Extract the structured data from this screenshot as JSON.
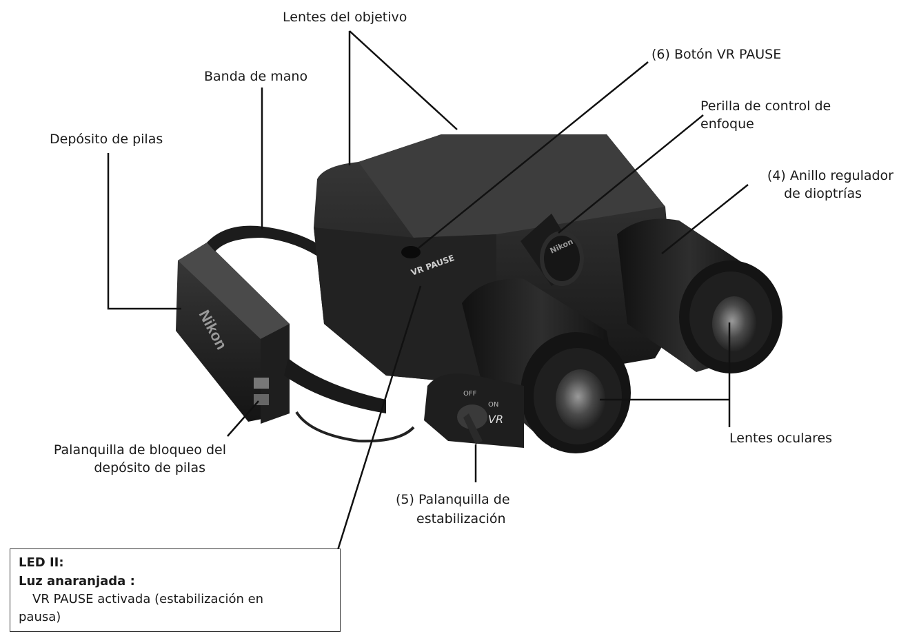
{
  "labels": {
    "objective_lenses": "Lentes del objetivo",
    "hand_strap": "Banda de mano",
    "battery_holder": "Depósito de pilas",
    "vr_pause_button": "(6) Botón VR PAUSE",
    "focus_knob_l1": "Perilla de control de",
    "focus_knob_l2": "enfoque",
    "diopter_ring_l1": "(4) Anillo regulador",
    "diopter_ring_l2": "de dioptrías",
    "eyepiece_lenses": "Lentes oculares",
    "battery_lock_l1": "Palanquilla de bloqueo del",
    "battery_lock_l2": "depósito de pilas",
    "stabilization_l1": "(5) Palanquilla de",
    "stabilization_l2": "estabilización"
  },
  "led_box": {
    "title": "LED II:",
    "subtitle": "Luz anaranjada :",
    "desc_l1": "VR PAUSE activada (estabilización en",
    "desc_l2": "pausa)"
  },
  "device_markings": {
    "brand": "Nikon",
    "vr_pause": "VR PAUSE",
    "switch_off": "OFF",
    "switch_on": "ON",
    "switch_vr": "VR"
  },
  "colors": {
    "body": "#2a2a2a",
    "lines": "#111111"
  }
}
